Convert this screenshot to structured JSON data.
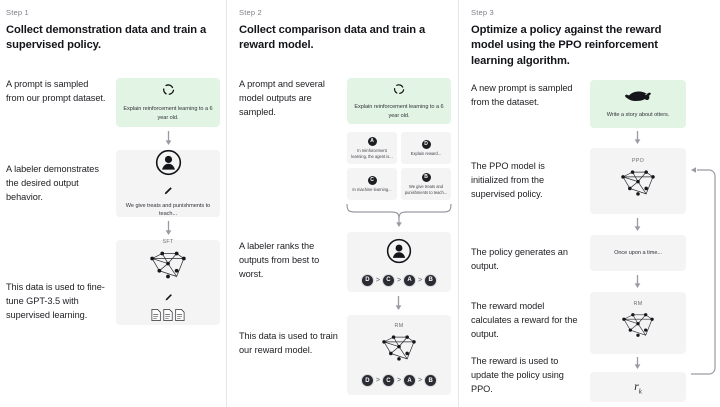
{
  "diagram": {
    "title": "Training language models to follow instructions with human feedback (RLHF) — three step process",
    "accent_green": "#e2f5e4",
    "box_gray": "#f4f4f4",
    "text_color": "#1d1e22",
    "muted_color": "#7d7d86"
  },
  "steps": [
    {
      "label": "Step 1",
      "title": "Collect demonstration data and train a supervised policy.",
      "captions": [
        "A prompt is sampled from our prompt dataset.",
        "A labeler demonstrates the desired output behavior.",
        "This data is used to fine-tune GPT-3.5 with supervised learning."
      ],
      "boxes": [
        {
          "name": "prompt-box",
          "style": "green",
          "icon": "recycle-icon",
          "text": "Explain reinforcement learning to a 6 year old."
        },
        {
          "name": "labeler-box",
          "style": "gray",
          "icon": "labeler-person-icon",
          "secondary_icon": "pencil-icon",
          "text": "We give treats and punishments to teach..."
        },
        {
          "name": "sft-model-box",
          "style": "gray",
          "tag": "SFT",
          "icon": "neural-network-icon",
          "secondary_icon": "pencil-icon",
          "tertiary_icon": "documents-icon",
          "text": ""
        }
      ]
    },
    {
      "label": "Step 2",
      "title": "Collect comparison data and train a reward model.",
      "captions": [
        "A prompt and several model outputs are sampled.",
        "A labeler ranks the outputs from best to worst.",
        "This data is used to train our reward model."
      ],
      "boxes": [
        {
          "name": "prompt-box",
          "style": "green",
          "icon": "recycle-icon",
          "text": "Explain reinforcement learning to a 6 year old."
        },
        {
          "name": "ranking-box",
          "style": "gray",
          "icon": "labeler-person-icon",
          "text": ""
        },
        {
          "name": "reward-model-box",
          "style": "gray",
          "tag": "RM",
          "icon": "neural-network-icon",
          "text": ""
        }
      ],
      "sampled_outputs": [
        {
          "letter": "A",
          "text": "In reinforcement learning, the agent is..."
        },
        {
          "letter": "D",
          "text": "Explain reward..."
        },
        {
          "letter": "C",
          "text": "In machine learning..."
        },
        {
          "letter": "B",
          "text": "We give treats and punishments to teach..."
        }
      ],
      "ranking": [
        "D",
        "C",
        "A",
        "B"
      ],
      "ranking_separator": ">"
    },
    {
      "label": "Step 3",
      "title": "Optimize a policy against the reward model using the PPO reinforcement learning algorithm.",
      "captions": [
        "A new prompt is sampled from the dataset.",
        "The PPO model is initialized from the supervised policy.",
        "The policy generates an output.",
        "The reward model calculates a reward for the output.",
        "The reward is used to update the policy using PPO."
      ],
      "boxes": [
        {
          "name": "new-prompt-box",
          "style": "green",
          "icon": "otter-icon",
          "text": "Write a story about otters."
        },
        {
          "name": "ppo-model-box",
          "style": "gray",
          "tag": "PPO",
          "icon": "neural-network-icon",
          "text": ""
        },
        {
          "name": "generated-output-box",
          "style": "gray",
          "text": "Once upon a time..."
        },
        {
          "name": "reward-model-box",
          "style": "gray",
          "tag": "RM",
          "icon": "neural-network-icon",
          "text": ""
        },
        {
          "name": "reward-value-box",
          "style": "gray",
          "text": "",
          "formula_base": "r",
          "formula_sub": "k"
        }
      ]
    }
  ]
}
